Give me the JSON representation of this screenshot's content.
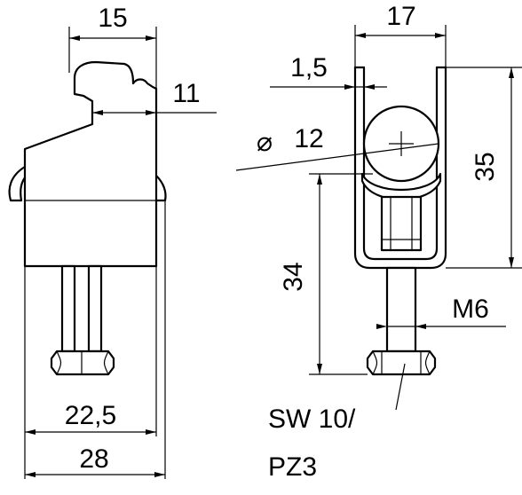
{
  "dimensions": {
    "side_width_top": "15",
    "side_step": "11",
    "side_inner_width": "22,5",
    "side_total_width": "28",
    "front_width": "17",
    "front_wall": "1,5",
    "front_diameter_symbol": "⌀",
    "front_diameter": "12",
    "front_height": "35",
    "front_lower_height": "34",
    "thread": "M6",
    "wrench_size": "SW 10/",
    "driver": "PZ3"
  },
  "colors": {
    "line": "#000000",
    "background": "#ffffff"
  }
}
